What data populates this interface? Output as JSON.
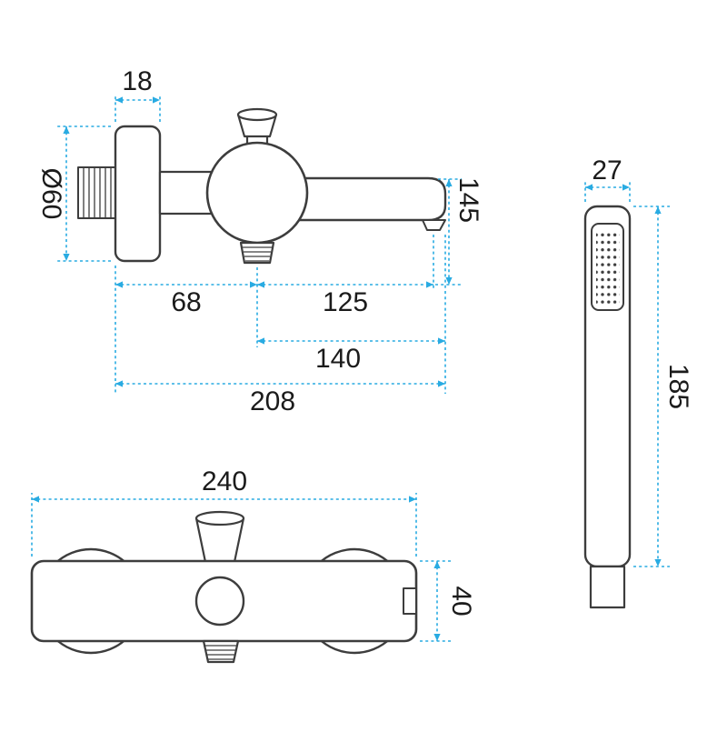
{
  "colors": {
    "dimension_line": "#29abe2",
    "outline": "#3d3d3d",
    "label_text": "#1b1b1b",
    "background": "#ffffff"
  },
  "faucet_side": {
    "plate_depth": "18",
    "escutcheon_diameter": "Ø60",
    "height": "145",
    "wall_to_center": "68",
    "center_to_outlet": "125",
    "center_to_tip": "140",
    "overall_length": "208"
  },
  "hand_shower": {
    "width": "27",
    "length": "185"
  },
  "faucet_top": {
    "width": "240",
    "depth": "40"
  }
}
